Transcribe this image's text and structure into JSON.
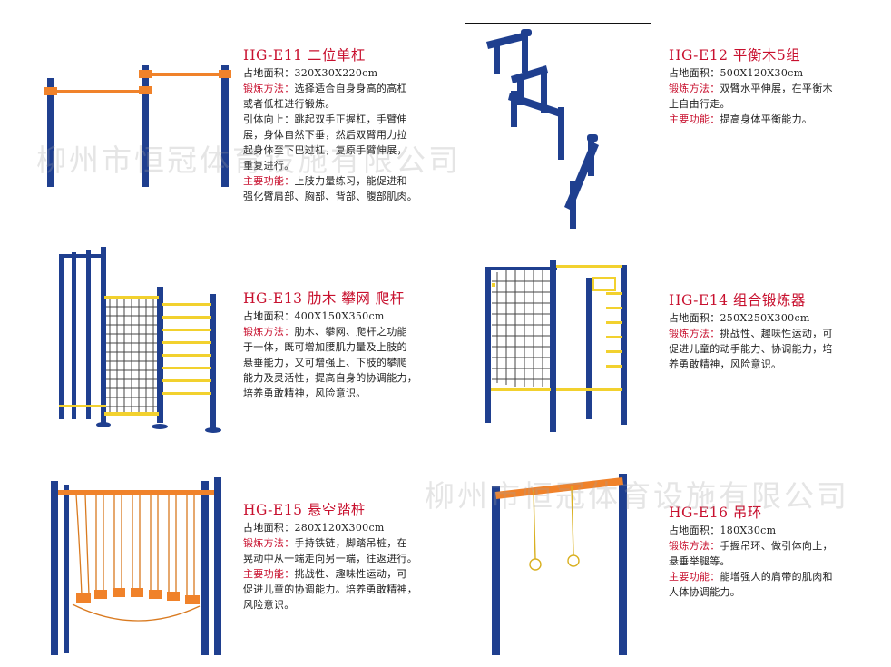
{
  "watermark": "柳州市恒冠体育设施有限公司",
  "colors": {
    "title_red": "#c8102e",
    "post_blue": "#1f3f8f",
    "bar_orange": "#f0822a",
    "rung_yellow": "#f2d12e",
    "net_gray": "#444444"
  },
  "products": [
    {
      "title": "HG-E11 二位单杠",
      "area_label": "占地面积：",
      "area_value": "320X30X220cm",
      "method_label": "锻炼方法：",
      "method_lines": [
        "选择适合自身身高的高杠",
        "或者低杠进行锻炼。",
        "引体向上：跳起双手正握杠，手臂伸",
        "展，身体自然下垂，然后双臂用力拉",
        "起身体至下巴过杠，复原手臂伸展，",
        "重复进行。"
      ],
      "func_label": "主要功能：",
      "func_lines": [
        "上肢力量练习，能促进和",
        "强化臂肩部、胸部、背部、腹部肌肉。"
      ]
    },
    {
      "title": "HG-E12 平衡木5组",
      "area_label": "占地面积：",
      "area_value": "500X120X30cm",
      "method_label": "锻炼方法：",
      "method_lines": [
        "双臂水平伸展，在平衡木",
        "上自由行走。"
      ],
      "func_label": "主要功能：",
      "func_lines": [
        "提高身体平衡能力。"
      ]
    },
    {
      "title": "HG-E13 肋木 攀网 爬杆",
      "area_label": "占地面积：",
      "area_value": "400X150X350cm",
      "method_label": "锻炼方法：",
      "method_lines": [
        "肋木、攀网、爬杆之功能",
        "于一体，既可增加腰肌力量及上肢的",
        "悬垂能力，又可增强上、下肢的攀爬",
        "能力及灵活性，提高自身的协调能力，",
        "培养勇敢精神，风险意识。"
      ],
      "func_label": "",
      "func_lines": []
    },
    {
      "title": "HG-E14 组合锻炼器",
      "area_label": "占地面积：",
      "area_value": "250X250X300cm",
      "method_label": "锻炼方法：",
      "method_lines": [
        "挑战性、趣味性运动，可",
        "促进儿童的动手能力、协调能力，培",
        "养勇敢精神，风险意识。"
      ],
      "func_label": "",
      "func_lines": []
    },
    {
      "title": "HG-E15 悬空踏桩",
      "area_label": "占地面积：",
      "area_value": "280X120X300cm",
      "method_label": "锻炼方法：",
      "method_lines": [
        "手持铁链，脚踏吊桩，在",
        "晃动中从一端走向另一端，往返进行。"
      ],
      "func_label": "主要功能：",
      "func_lines": [
        "挑战性、趣味性运动，可",
        "促进儿童的协调能力。培养勇敢精神，",
        "风险意识。"
      ]
    },
    {
      "title": "HG-E16 吊环",
      "area_label": "占地面积：",
      "area_value": "180X30cm",
      "method_label": "锻炼方法：",
      "method_lines": [
        "手握吊环、做引体向上，",
        "悬垂举腿等。"
      ],
      "func_label": "主要功能：",
      "func_lines": [
        "能增强人的肩带的肌肉和",
        "人体协调能力。"
      ]
    }
  ]
}
